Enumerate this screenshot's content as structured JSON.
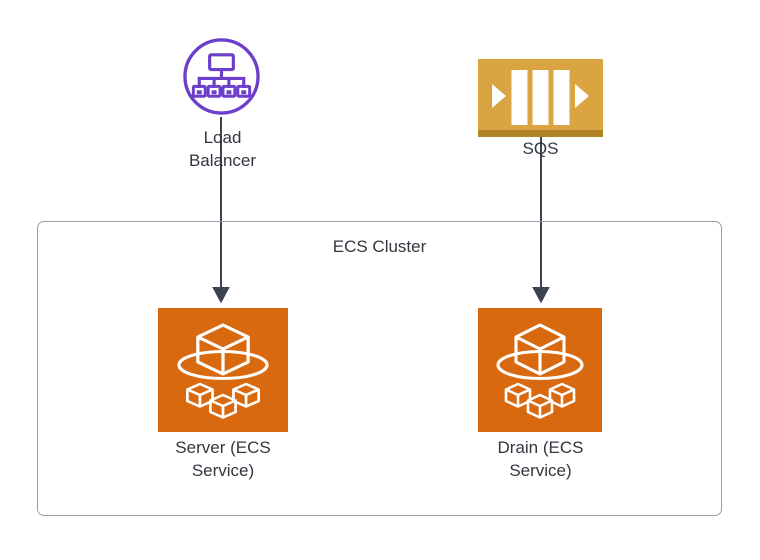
{
  "diagram": {
    "title": "AWS ECS architecture diagram",
    "background_color": "#ffffff",
    "connector_color": "#3B4252"
  },
  "cluster": {
    "name": "ecs-cluster-container",
    "label": "ECS Cluster",
    "border_color": "#9aa0aa"
  },
  "nodes": [
    {
      "id": "load-balancer",
      "label": "Load\nBalancer",
      "icon": "load-balancer-icon",
      "color": "#6B3FC9"
    },
    {
      "id": "sqs",
      "label": "SQS",
      "icon": "sqs-queue-icon",
      "color": "#D9A441",
      "accent_color": "#B08424"
    },
    {
      "id": "server-ecs-service",
      "label": "Server (ECS\nService)",
      "icon": "ecs-service-icon",
      "color": "#D9690F"
    },
    {
      "id": "drain-ecs-service",
      "label": "Drain (ECS\nService)",
      "icon": "ecs-service-icon",
      "color": "#D9690F"
    }
  ],
  "edges": [
    {
      "id": "edge-lb-to-server",
      "from": "load-balancer",
      "to": "server-ecs-service",
      "arrow": "down"
    },
    {
      "id": "edge-sqs-to-drain",
      "from": "sqs",
      "to": "drain-ecs-service",
      "arrow": "down"
    }
  ]
}
